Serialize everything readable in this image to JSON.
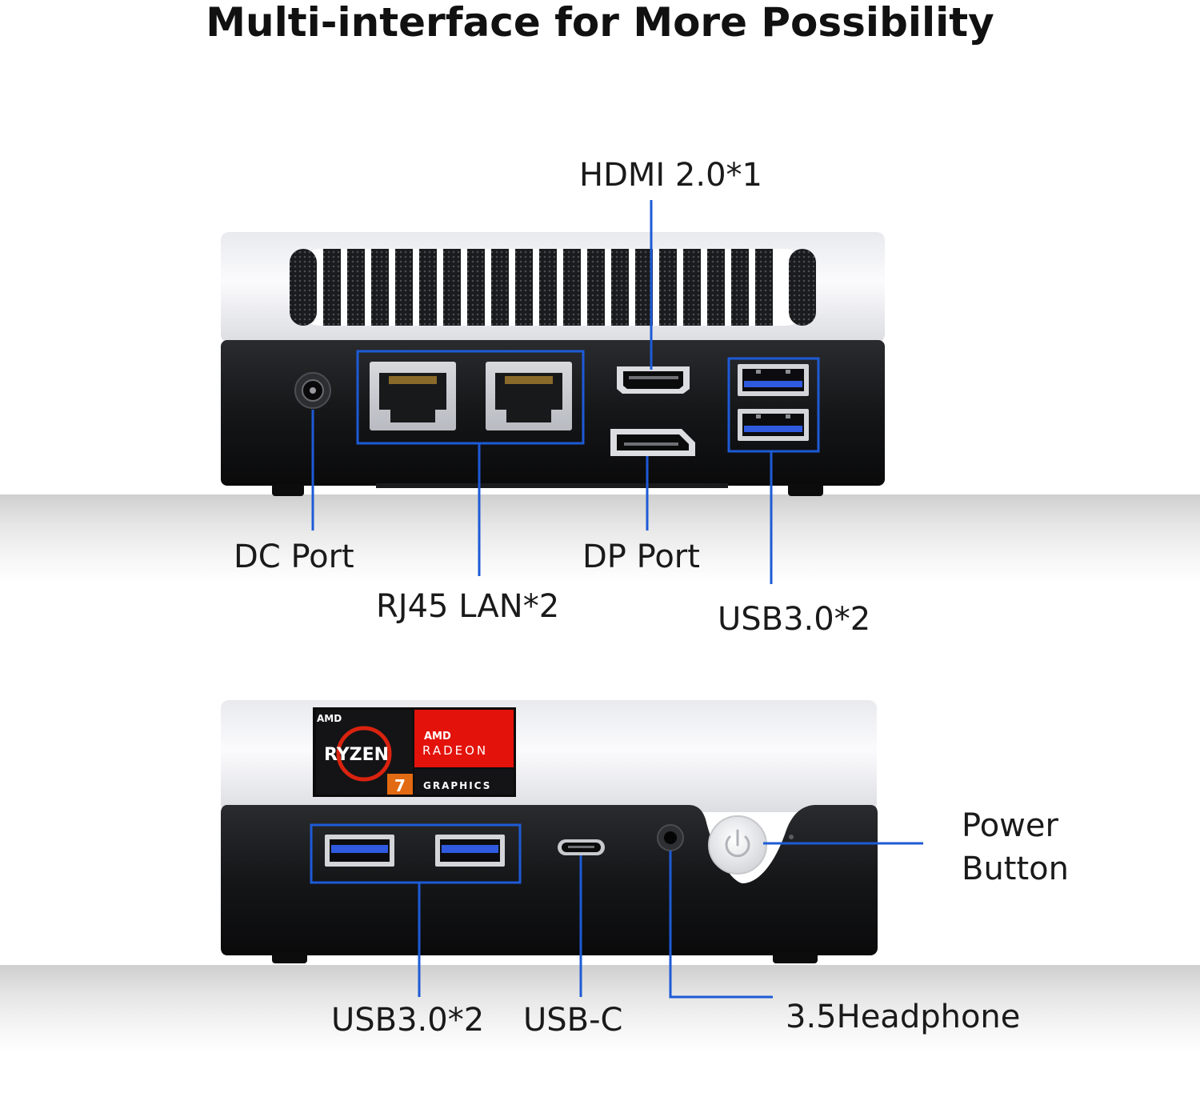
{
  "title": "Multi-interface for More Possibility",
  "colors": {
    "accent": "#1d5bd6",
    "usb_blue": "#2f5ae0",
    "chassis_white": "#f2f3f5",
    "chassis_black": "#111214",
    "badge_red": "#e3120b"
  },
  "rear_panel": {
    "callouts": {
      "hdmi": "HDMI 2.0*1",
      "dc": "DC Port",
      "lan": "RJ45 LAN*2",
      "dp": "DP Port",
      "usb": "USB3.0*2"
    }
  },
  "front_panel": {
    "badge": {
      "amd_small": "AMD",
      "ryzen": "RYZEN",
      "tier": "7",
      "amd_radeon": "AMD",
      "radeon": "RADEON",
      "graphics": "GRAPHICS"
    },
    "callouts": {
      "power_line1": "Power",
      "power_line2": "Button",
      "usb": "USB3.0*2",
      "usbc": "USB-C",
      "headphone": "3.5Headphone"
    }
  }
}
